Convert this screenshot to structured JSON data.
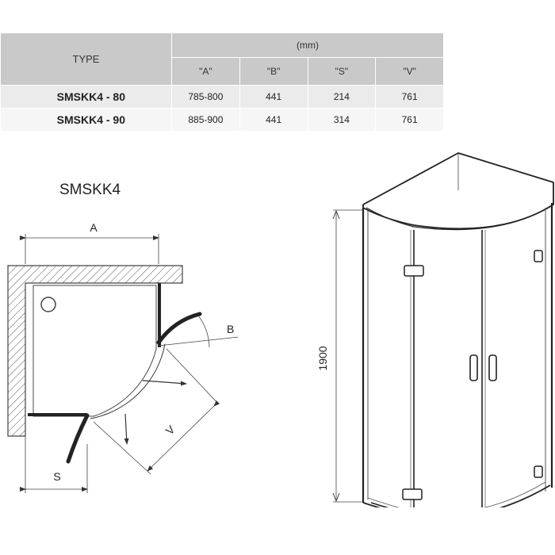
{
  "table": {
    "type_header": "TYPE",
    "unit_header": "(mm)",
    "column_headers": [
      "\"A\"",
      "\"B\"",
      "\"S\"",
      "\"V\""
    ],
    "rows": [
      {
        "type": "SMSKK4 - 80",
        "A": "785-800",
        "B": "441",
        "S": "214",
        "V": "761"
      },
      {
        "type": "SMSKK4 - 90",
        "A": "885-900",
        "B": "441",
        "S": "314",
        "V": "761"
      }
    ]
  },
  "plan": {
    "title": "SMSKK4",
    "label_a": "A",
    "label_b": "B",
    "label_s": "S",
    "label_v": "V"
  },
  "elevation": {
    "height_label": "1900"
  }
}
